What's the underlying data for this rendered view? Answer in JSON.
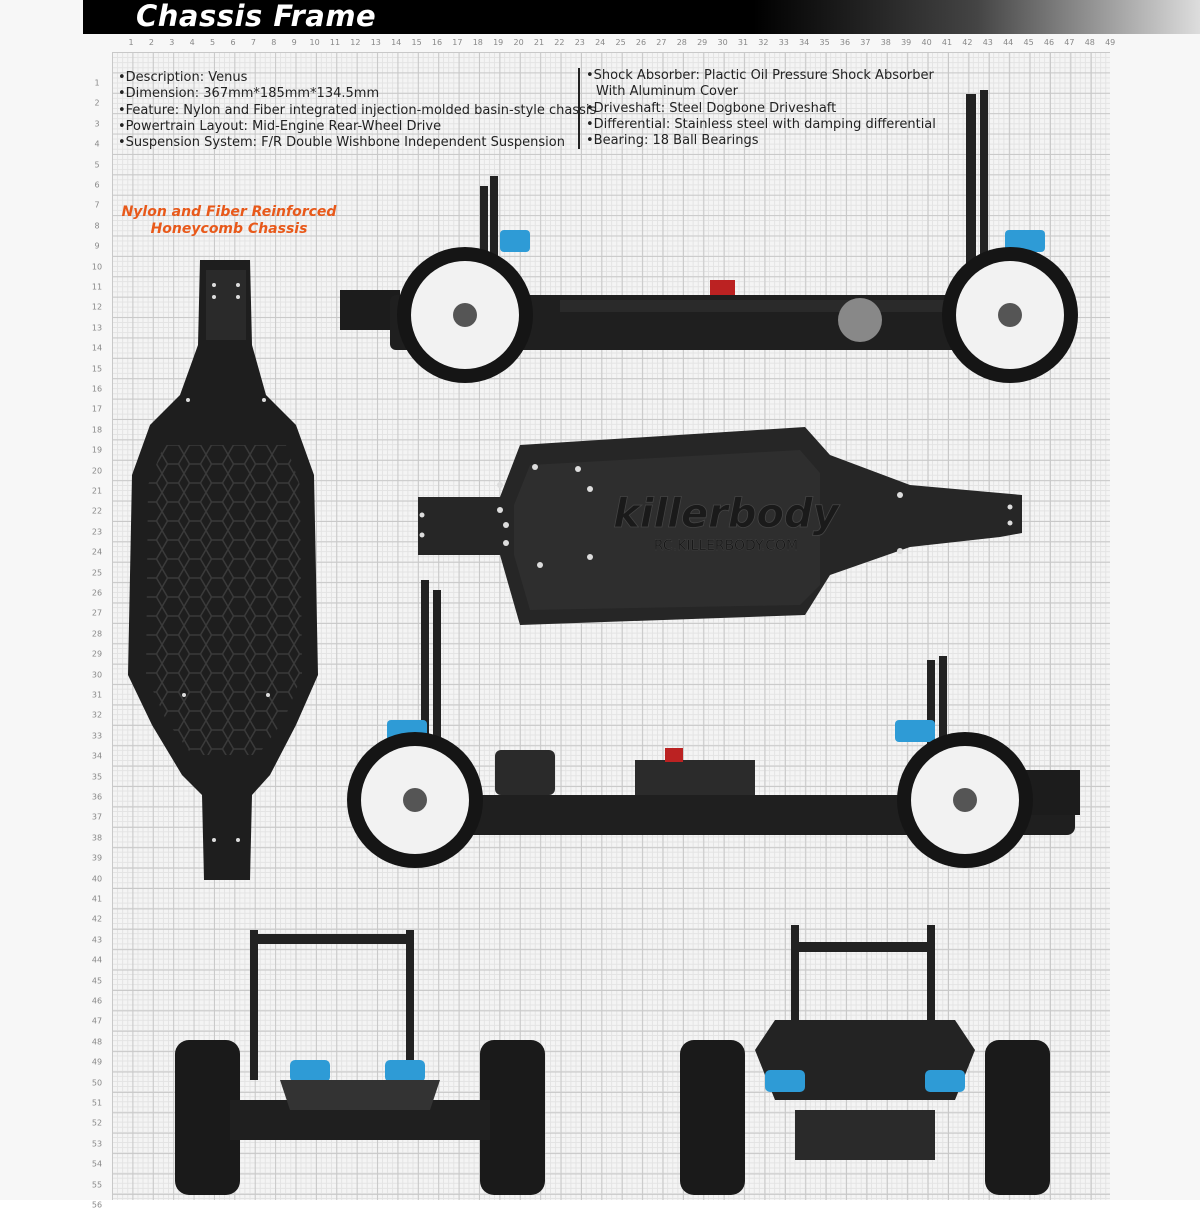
{
  "header": {
    "title": "Chassis Frame"
  },
  "ruler": {
    "top": [
      "1",
      "2",
      "3",
      "4",
      "5",
      "6",
      "7",
      "8",
      "9",
      "10",
      "11",
      "12",
      "13",
      "14",
      "15",
      "16",
      "17",
      "18",
      "19",
      "20",
      "21",
      "22",
      "23",
      "24",
      "25",
      "26",
      "27",
      "28",
      "29",
      "30",
      "31",
      "32",
      "33",
      "34",
      "35",
      "36",
      "37",
      "38",
      "39",
      "40",
      "41",
      "42",
      "43",
      "44",
      "45",
      "46",
      "47",
      "48",
      "49"
    ],
    "left": [
      "1",
      "2",
      "3",
      "4",
      "5",
      "6",
      "7",
      "8",
      "9",
      "10",
      "11",
      "12",
      "13",
      "14",
      "15",
      "16",
      "17",
      "18",
      "19",
      "20",
      "21",
      "22",
      "23",
      "24",
      "25",
      "26",
      "27",
      "28",
      "29",
      "30",
      "31",
      "32",
      "33",
      "34",
      "35",
      "36",
      "37",
      "38",
      "39",
      "40",
      "41",
      "42",
      "43",
      "44",
      "45",
      "46",
      "47",
      "48",
      "49",
      "50",
      "51",
      "52",
      "53",
      "54",
      "55",
      "56"
    ]
  },
  "specs_left": [
    "•Description: Venus",
    "•Dimension: 367mm*185mm*134.5mm",
    "•Feature: Nylon and Fiber integrated injection-molded basin-style chassis",
    "•Powertrain Layout: Mid-Engine Rear-Wheel Drive",
    "•Suspension System: F/R Double Wishbone Independent Suspension"
  ],
  "specs_right": [
    "•Shock Absorber: Plactic Oil Pressure Shock Absorber",
    "With Aluminum Cover",
    "•Driveshaft: Steel Dogbone Driveshaft",
    "•Differential: Stainless steel with damping differential",
    "•Bearing: 18 Ball Bearings"
  ],
  "callout": {
    "line1": "Nylon and Fiber Reinforced",
    "line2": "Honeycomb Chassis"
  },
  "chassis_plate": {
    "brand": "killerbody",
    "url": "RC.KILLERBODY.COM"
  },
  "colors": {
    "accent": "#e8591a",
    "shock_blue": "#2e9bd6",
    "chassis": "#1c1c1c",
    "wheel": "#f2f2f2"
  }
}
